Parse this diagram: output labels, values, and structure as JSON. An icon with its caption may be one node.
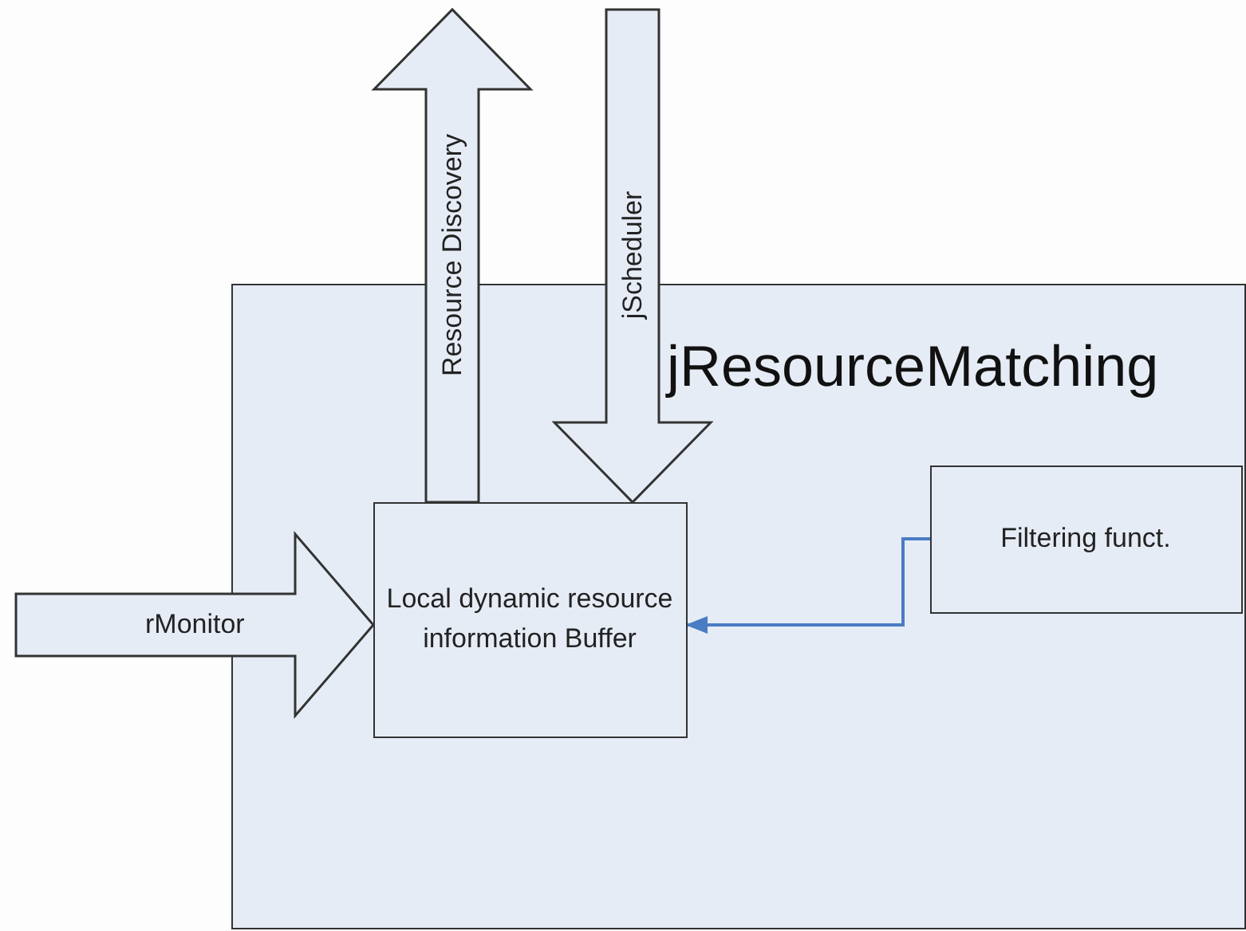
{
  "diagram": {
    "nodes": [
      {
        "text": [
          "jResourceMatching"
        ]
      },
      {
        "text": [
          "Local dynamic resource information Buffer"
        ],
        "in": 0
      },
      {
        "text": [
          "Filtering funct."
        ],
        "in": 0
      }
    ],
    "edges": [
      {
        "from": 1,
        "to": null,
        "arrow": "to",
        "label": "Resource Discovery",
        "style": "thick"
      },
      {
        "from": null,
        "to": 1,
        "arrow": "to",
        "label": "jScheduler",
        "style": "thick"
      },
      {
        "from": null,
        "to": 1,
        "arrow": "to",
        "label": "rMonitor",
        "style": "thick"
      },
      {
        "from": 2,
        "to": 1,
        "arrow": "to",
        "color": "#4a7cc4"
      }
    ]
  }
}
